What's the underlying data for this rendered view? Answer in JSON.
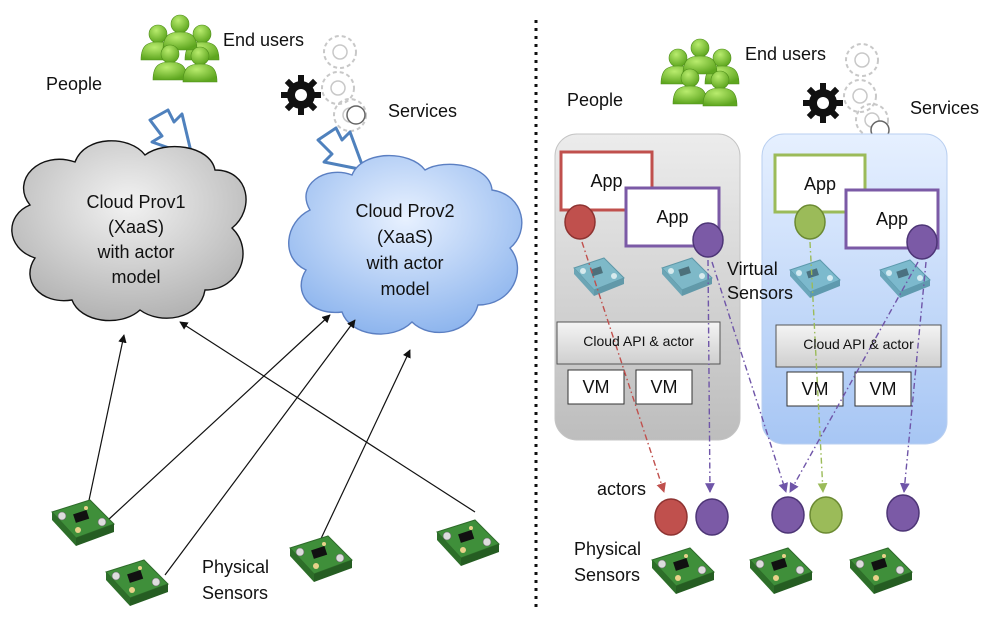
{
  "left": {
    "people": "People",
    "end_users": "End users",
    "services": "Services",
    "cloud1": [
      "Cloud Prov1",
      "(XaaS)",
      "with actor",
      "model"
    ],
    "cloud2": [
      "Cloud Prov2",
      "(XaaS)",
      "with actor",
      "model"
    ],
    "physical_sensors": [
      "Physical",
      "Sensors"
    ]
  },
  "right": {
    "people": "People",
    "end_users": "End users",
    "services": "Services",
    "app": "App",
    "virtual_sensors": [
      "Virtual",
      "Sensors"
    ],
    "cloud_api": "Cloud API & actor",
    "vm": "VM",
    "actors": "actors",
    "physical_sensors": [
      "Physical",
      "Sensors"
    ]
  },
  "colors": {
    "gray_cloud": "#c8c8c8",
    "blue_cloud": "#a9c7f2",
    "people_green": "#8ccc3e",
    "actor_red": "#c0504d",
    "actor_purple": "#7b5aa6",
    "actor_green": "#9bbb59",
    "sensor_green": "#3f8f3a"
  }
}
